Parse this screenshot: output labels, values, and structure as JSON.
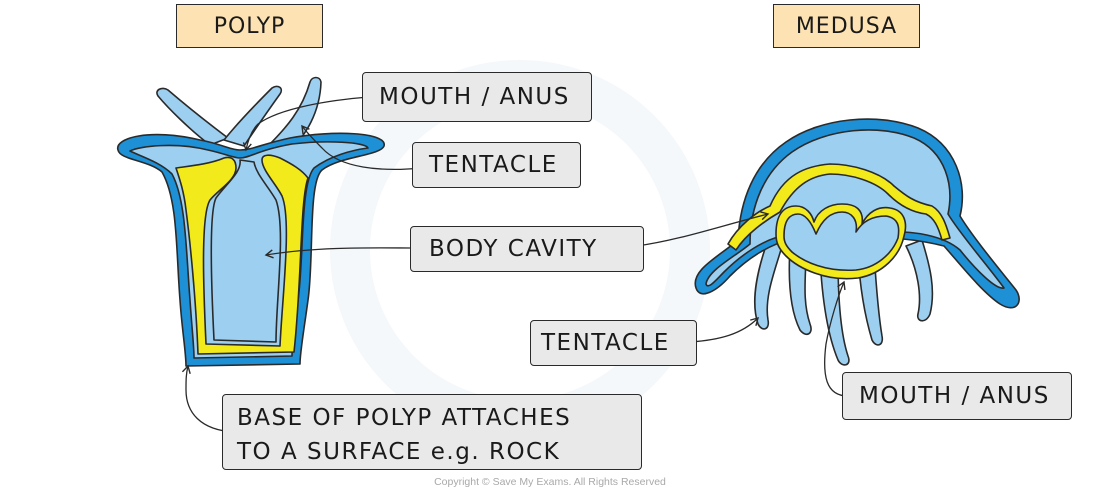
{
  "colors": {
    "outer_layer": "#1e90d6",
    "body_fill": "#9dcff0",
    "mesoglea": "#f2ea1a",
    "title_fill": "#fde3b3",
    "label_fill": "#e9e9e9",
    "outline": "#2a2a2a"
  },
  "polyp": {
    "title": "POLYP",
    "labels": {
      "mouth_anus": "MOUTH / ANUS",
      "tentacle": "TENTACLE",
      "body_cavity": "BODY  CAVITY",
      "base_line1": "BASE  OF  POLYP  ATTACHES",
      "base_line2": "TO  A  SURFACE  e.g.  ROCK"
    }
  },
  "medusa": {
    "title": "MEDUSA",
    "labels": {
      "tentacle": "TENTACLE",
      "mouth_anus": "MOUTH / ANUS"
    }
  },
  "copyright": "Copyright © Save My Exams. All Rights Reserved"
}
